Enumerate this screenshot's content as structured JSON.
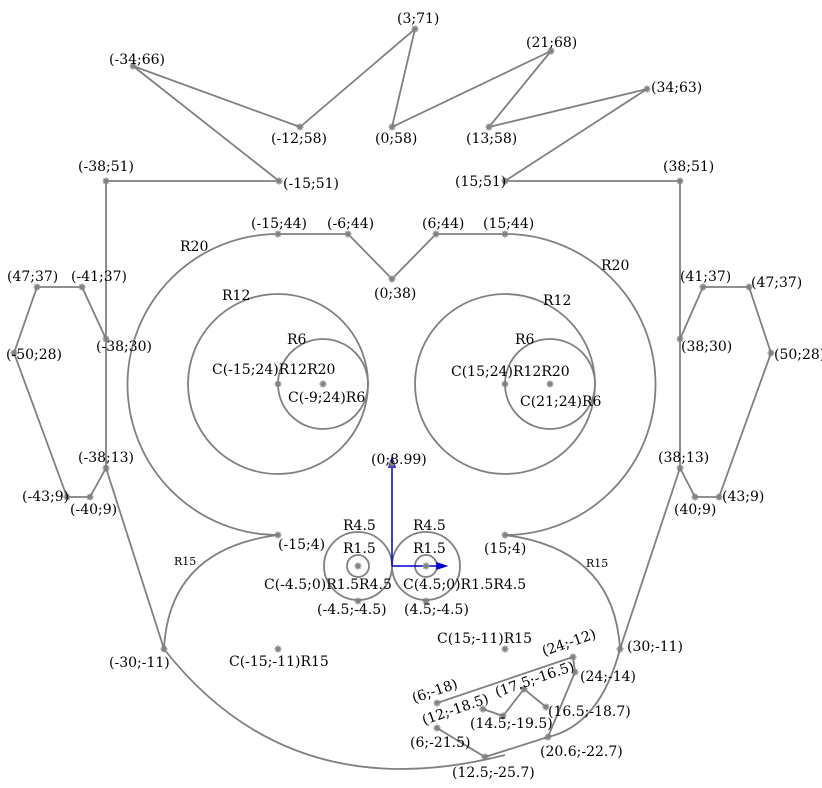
{
  "colors": {
    "line": "#808080",
    "marker": "#808080",
    "axis": "#0000cc",
    "text": "#000000"
  },
  "diagram": {
    "points": [
      {
        "label": "(3;71)"
      },
      {
        "label": "(-34;66)"
      },
      {
        "label": "(21;68)"
      },
      {
        "label": "(34;63)"
      },
      {
        "label": "(-12;58)"
      },
      {
        "label": "(0;58)"
      },
      {
        "label": "(13;58)"
      },
      {
        "label": "(-38;51)"
      },
      {
        "label": "(-15;51)"
      },
      {
        "label": "(15;51)"
      },
      {
        "label": "(38;51)"
      },
      {
        "label": "(-15;44)"
      },
      {
        "label": "(-6;44)"
      },
      {
        "label": "(6;44)"
      },
      {
        "label": "(15;44)"
      },
      {
        "label": "(0;38)"
      },
      {
        "label": "(47;37)"
      },
      {
        "label": "(-41;37)"
      },
      {
        "label": "(-50;28)"
      },
      {
        "label": "(-38;30)"
      },
      {
        "label": "(41;37)"
      },
      {
        "label": "(47;37)"
      },
      {
        "label": "(38;30)"
      },
      {
        "label": "(50;28)"
      },
      {
        "label": "(-38;13)"
      },
      {
        "label": "(-43;9)"
      },
      {
        "label": "(-40;9)"
      },
      {
        "label": "(38;13)"
      },
      {
        "label": "(40;9)"
      },
      {
        "label": "(43;9)"
      },
      {
        "label": "(0;8.99)"
      },
      {
        "label": "(-15;4)"
      },
      {
        "label": "(15;4)"
      },
      {
        "label": "(-4.5;-4.5)"
      },
      {
        "label": "(4.5;-4.5)"
      },
      {
        "label": "(-30;-11)"
      },
      {
        "label": "(30;-11)"
      },
      {
        "label": "(24;-12)"
      },
      {
        "label": "(24;-14)"
      },
      {
        "label": "(17.5;-16.5)"
      },
      {
        "label": "(16.5;-18.7)"
      },
      {
        "label": "(6;-18)"
      },
      {
        "label": "(12;-18.5)"
      },
      {
        "label": "(14.5;-19.5)"
      },
      {
        "label": "(6;-21.5)"
      },
      {
        "label": "(20.6;-22.7)"
      },
      {
        "label": "(12.5;-25.7)"
      }
    ],
    "radii": [
      "R20",
      "R12",
      "R6",
      "R20",
      "R12",
      "R6",
      "R4.5",
      "R1.5",
      "R4.5",
      "R1.5",
      "R15",
      "R15"
    ],
    "centers": [
      "C(-15;24)R12R20",
      "C(-9;24)R6",
      "C(15;24)R12R20",
      "C(21;24)R6",
      "C(-4.5;0)R1.5R4.5",
      "C(4.5;0)R1.5R4.5",
      "C(15;-11)R15",
      "C(-15;-11)R15"
    ]
  }
}
